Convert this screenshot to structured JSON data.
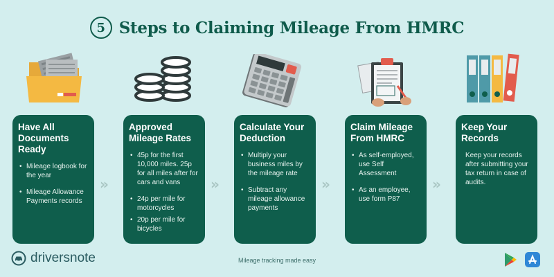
{
  "title": {
    "number": "5",
    "text": "Steps to Claiming Mileage From HMRC"
  },
  "cards": [
    {
      "heading": "Have All Documents Ready",
      "bullets": [
        "Mileage logbook for the year",
        "Mileage Allowance Payments records"
      ]
    },
    {
      "heading": "Approved Mileage Rates",
      "bullets": [
        "45p for the first 10,000 miles. 25p for all miles after for cars and vans",
        "24p per mile for motorcycles",
        "20p per mile for bicycles"
      ]
    },
    {
      "heading": "Calculate Your Deduction",
      "bullets": [
        "Multiply your business miles by the mileage rate",
        "Subtract any mileage allowance payments"
      ]
    },
    {
      "heading": "Claim Mileage From HMRC",
      "bullets": [
        "As self-employed, use Self Assessment",
        "As an employee, use form P87"
      ]
    },
    {
      "heading": "Keep Your Records",
      "text": "Keep your records after submitting your tax return in case of audits."
    }
  ],
  "footer": {
    "brand": "driversnote",
    "tagline": "Mileage tracking made easy"
  },
  "icons": [
    "folder-icon",
    "coins-icon",
    "calculator-icon",
    "clipboard-icon",
    "binders-icon",
    "car-logo-icon",
    "google-play-icon",
    "app-store-icon"
  ],
  "colors": {
    "background": "#d3eeee",
    "card": "#0f5e4c",
    "title": "#0f5b4b"
  }
}
